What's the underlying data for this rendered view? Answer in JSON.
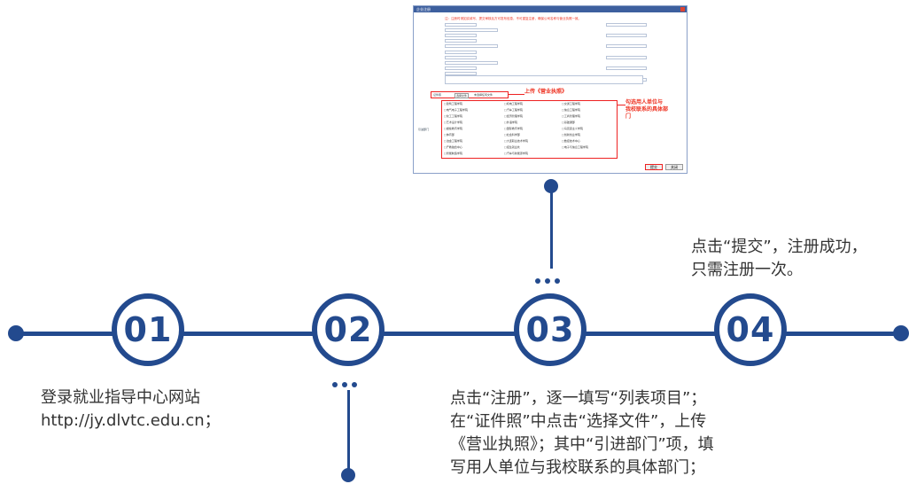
{
  "steps": [
    {
      "num": "01",
      "lines": [
        "登录就业指导中心网站",
        "http://jy.dlvtc.edu.cn；"
      ]
    },
    {
      "num": "02",
      "lines": []
    },
    {
      "num": "03",
      "lines": [
        "点击“注册”，逐一填写“列表项目”；",
        "在“证件照”中点击“选择文件”，上传",
        "《营业执照》；其中“引进部门”项，填",
        "写用人单位与我校联系的具体部门；"
      ]
    },
    {
      "num": "04",
      "lines": [
        "点击“提交”，注册成功，",
        "只需注册一次。"
      ]
    }
  ],
  "screenshot": {
    "title": "企业注册",
    "notice": "注：注册时请如实填写，提交审核后方可发布信息，不可重复注册，确保公司名称与营业执照一致。",
    "upload_label": "证件照",
    "upload_button": "选择文件",
    "upload_note": "未选择任何文件",
    "annot_upload": "上传《营业执照》",
    "annot_dept": [
      "勾选用人单位与",
      "我校联系的具体部",
      "门"
    ],
    "submit": "提交",
    "close": "关闭",
    "dept_label": "引进部门",
    "departments": [
      "建筑工程学院",
      "机电工程学院",
      "交通工程学院",
      "电气电子工程学院",
      "汽车工程学院",
      "信息工程学院",
      "化工工程学院",
      "经济管理学院",
      "工商管理学院",
      "艺术设计学院",
      "外语学院",
      "基础课部",
      "继续教育学院",
      "国际教育学院",
      "马克思主义学院",
      "体育部",
      "社会科学部",
      "创新创业学院",
      "冶金工程学院",
      "大连职业技术学院",
      "数控技术中心",
      "产教融合中心",
      "招生就业处",
      "电子与信息工程学院",
      "智能制造学院",
      "汽车与新能源学院",
      ""
    ]
  }
}
